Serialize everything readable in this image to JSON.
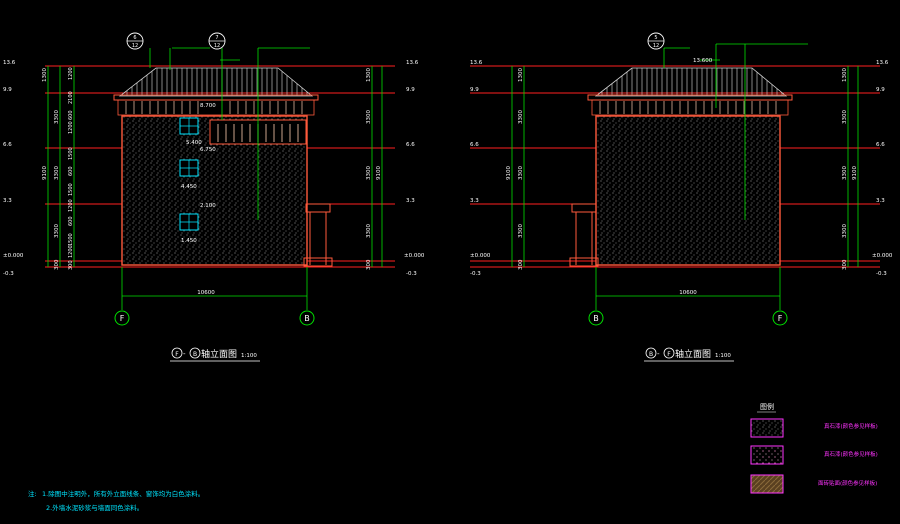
{
  "colors": {
    "background": "#000000",
    "wall": "#ff5a3c",
    "level_line": "#ff2020",
    "dim": "#00e000",
    "text_white": "#ffffff",
    "text_cyan": "#00e5ff",
    "text_magenta": "#ff33ff",
    "roof": "#c8c8c8",
    "stipple": "#b9b9b9",
    "swatch_brown": "#7a5a2a"
  },
  "left_elevation": {
    "title": "F - B轴立面图",
    "title_parts": {
      "axis_a": "F",
      "axis_b": "B",
      "suffix": "轴立面图"
    },
    "scale": "1:100",
    "axis_left": "F",
    "axis_right": "B",
    "total_width": "10600",
    "total_height": "9100",
    "callouts": [
      {
        "top": "6",
        "bottom": "12"
      },
      {
        "top": "7",
        "bottom": "12"
      }
    ],
    "levels_left": [
      "13.6",
      "9.9",
      "6.6",
      "3.3",
      "±0.000",
      "-0.3"
    ],
    "levels_right": [
      "13.6",
      "9.9",
      "6.6",
      "3.3",
      "±0.000",
      "-0.3"
    ],
    "left_dims": [
      "1300",
      "3300",
      "3300",
      "3300",
      "300"
    ],
    "inner_dims": [
      "1200",
      "2100",
      "600",
      "1200",
      "1500",
      "600",
      "1500",
      "1200",
      "600",
      "1500",
      "1200",
      "300"
    ],
    "right_dims": [
      "1300",
      "3300",
      "3300",
      "3300",
      "300"
    ],
    "window_tags": [
      "8.700",
      "5.400",
      "6.750",
      "4.450",
      "2.100",
      "1.450"
    ]
  },
  "right_elevation": {
    "title": "B - F轴立面图",
    "title_parts": {
      "axis_a": "B",
      "axis_b": "F",
      "suffix": "轴立面图"
    },
    "scale": "1:100",
    "axis_left": "B",
    "axis_right": "F",
    "total_width": "10600",
    "total_height": "9100",
    "callouts": [
      {
        "top": "5",
        "bottom": "12"
      }
    ],
    "roof_tag": "13.600",
    "levels_left": [
      "13.6",
      "9.9",
      "6.6",
      "3.3",
      "±0.000",
      "-0.3"
    ],
    "levels_right": [
      "13.6",
      "9.9",
      "6.6",
      "3.3",
      "±0.000",
      "-0.3"
    ],
    "left_dims": [
      "1300",
      "3300",
      "3300",
      "3300",
      "300"
    ],
    "right_dims": [
      "1300",
      "3300",
      "3300",
      "3300",
      "300"
    ]
  },
  "legend": {
    "title": "图例",
    "items": [
      {
        "label": "真石漆(颜色参见样板)",
        "swatch": "stipple-gray"
      },
      {
        "label": "真石漆(颜色参见样板)",
        "swatch": "stipple-pink"
      },
      {
        "label": "面砖贴面(颜色参见样板)",
        "swatch": "brown-texture"
      }
    ]
  },
  "notes": {
    "prefix": "注:",
    "lines": [
      "1.除图中注明外，所有外立面线条、窗饰均为白色涂料。",
      "2.外墙水泥砂浆与墙面同色涂料。"
    ]
  }
}
